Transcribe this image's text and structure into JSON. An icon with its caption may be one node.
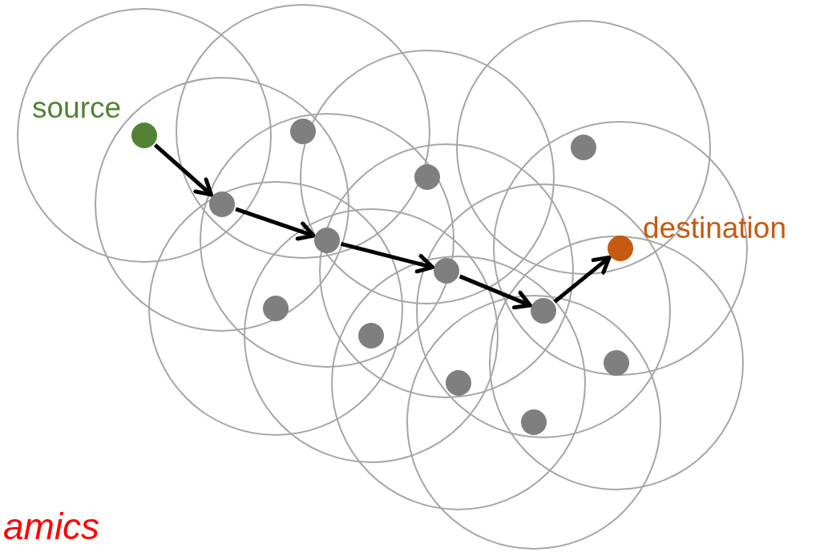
{
  "diagram": {
    "nodes": [
      {
        "text": [],
        "shape": "circle"
      },
      {
        "text": [],
        "shape": "circle",
        "beside": [
          "source"
        ]
      },
      {
        "text": [],
        "shape": "circle"
      },
      {
        "text": [],
        "shape": "circle"
      },
      {
        "text": [],
        "shape": "circle"
      },
      {
        "text": [],
        "shape": "circle"
      },
      {
        "text": [],
        "shape": "circle",
        "beside": [
          "destination"
        ]
      },
      {
        "text": [],
        "shape": "circle"
      },
      {
        "text": [],
        "shape": "circle"
      },
      {
        "text": [],
        "shape": "circle"
      },
      {
        "text": [],
        "shape": "circle"
      },
      {
        "text": [],
        "shape": "circle"
      },
      {
        "text": [],
        "shape": "circle"
      },
      {
        "text": [],
        "shape": "circle"
      }
    ],
    "edges": [
      {
        "from": 1,
        "to": 4,
        "arrow": "to"
      },
      {
        "from": 4,
        "to": 5,
        "arrow": "to"
      },
      {
        "from": 5,
        "to": 7,
        "arrow": "to"
      },
      {
        "from": 7,
        "to": 9,
        "arrow": "to"
      },
      {
        "from": 9,
        "to": 6,
        "arrow": "to"
      }
    ],
    "labels": [
      "amics"
    ]
  }
}
